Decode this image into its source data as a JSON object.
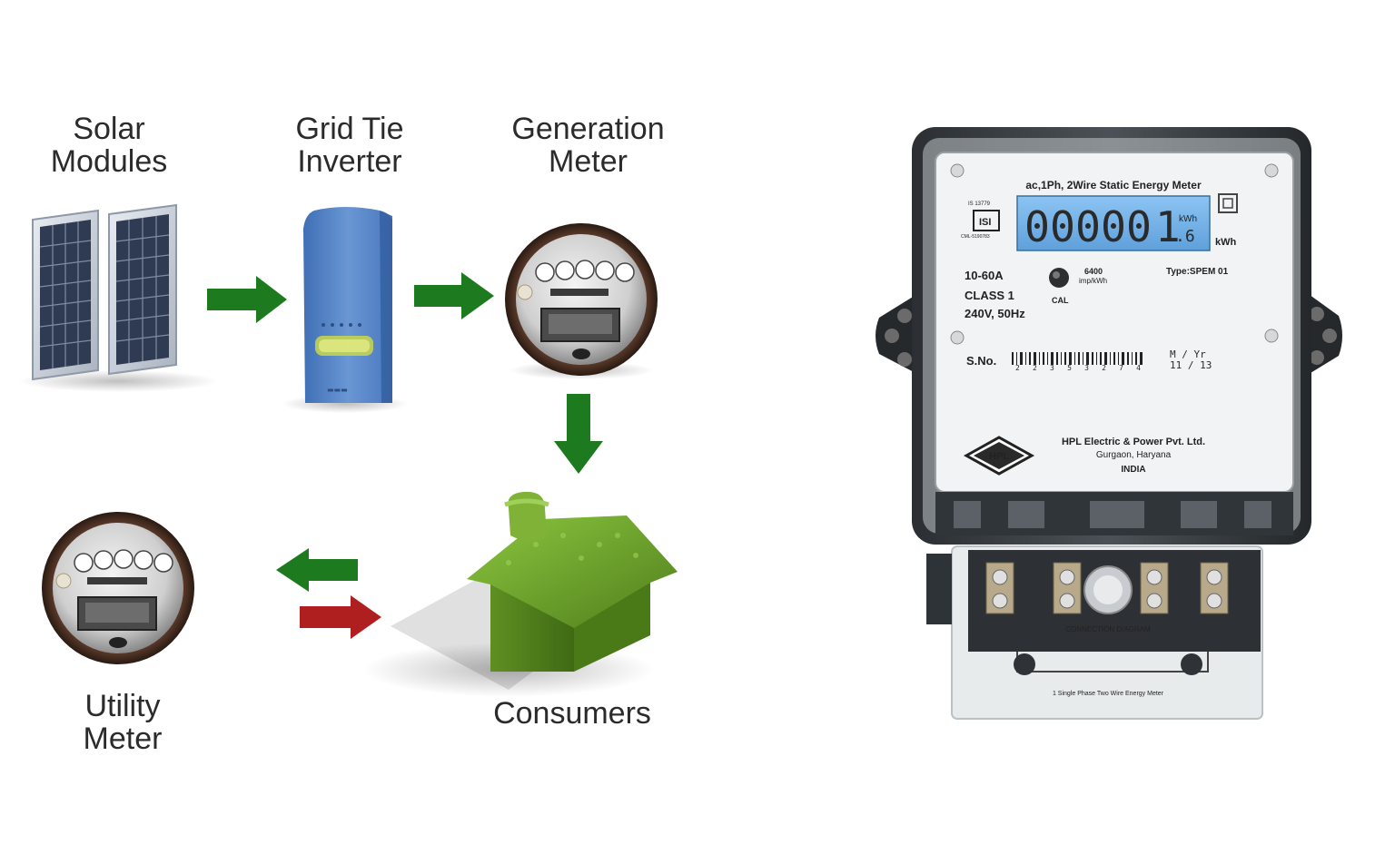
{
  "labels": {
    "solar_modules": [
      "Solar",
      "Modules"
    ],
    "grid_tie_inverter": [
      "Grid Tie",
      "Inverter"
    ],
    "generation_meter": [
      "Generation",
      "Meter"
    ],
    "utility_meter": [
      "Utility",
      "Meter"
    ],
    "consumers": "Consumers"
  },
  "energy_meter": {
    "header": "ac,1Ph, 2Wire Static Energy Meter",
    "standard": "IS 13779",
    "cml": "CML-5190783",
    "display_reading": "00000",
    "display_digit": "1",
    "display_small_top": "kWh",
    "display_small_bottom": ".6",
    "unit": "kWh",
    "current_rating": "10-60A",
    "class": "CLASS 1",
    "voltage": "240V, 50Hz",
    "impulse_value": "6400",
    "impulse_unit": "imp/kWh",
    "cal_label": "CAL",
    "type": "Type:SPEM 01",
    "serial_label": "S.No.",
    "serial_number": "22353274",
    "month_year_label": "M / Yr",
    "month_year": "11 / 13",
    "brand": "HPL",
    "manufacturer": "HPL Electric & Power Pvt. Ltd.",
    "city": "Gurgaon, Haryana",
    "country": "INDIA",
    "terminal_label": "CONNECTION DIAGRAM",
    "terminal_caption": "1 Single Phase Two Wire Energy Meter"
  },
  "colors": {
    "flow_arrow": "#1e7a1e",
    "return_arrow": "#b01f1f",
    "lcd": "#6fb0e6",
    "inverter": "#5b88c9",
    "grass": "#6a9e2a"
  }
}
